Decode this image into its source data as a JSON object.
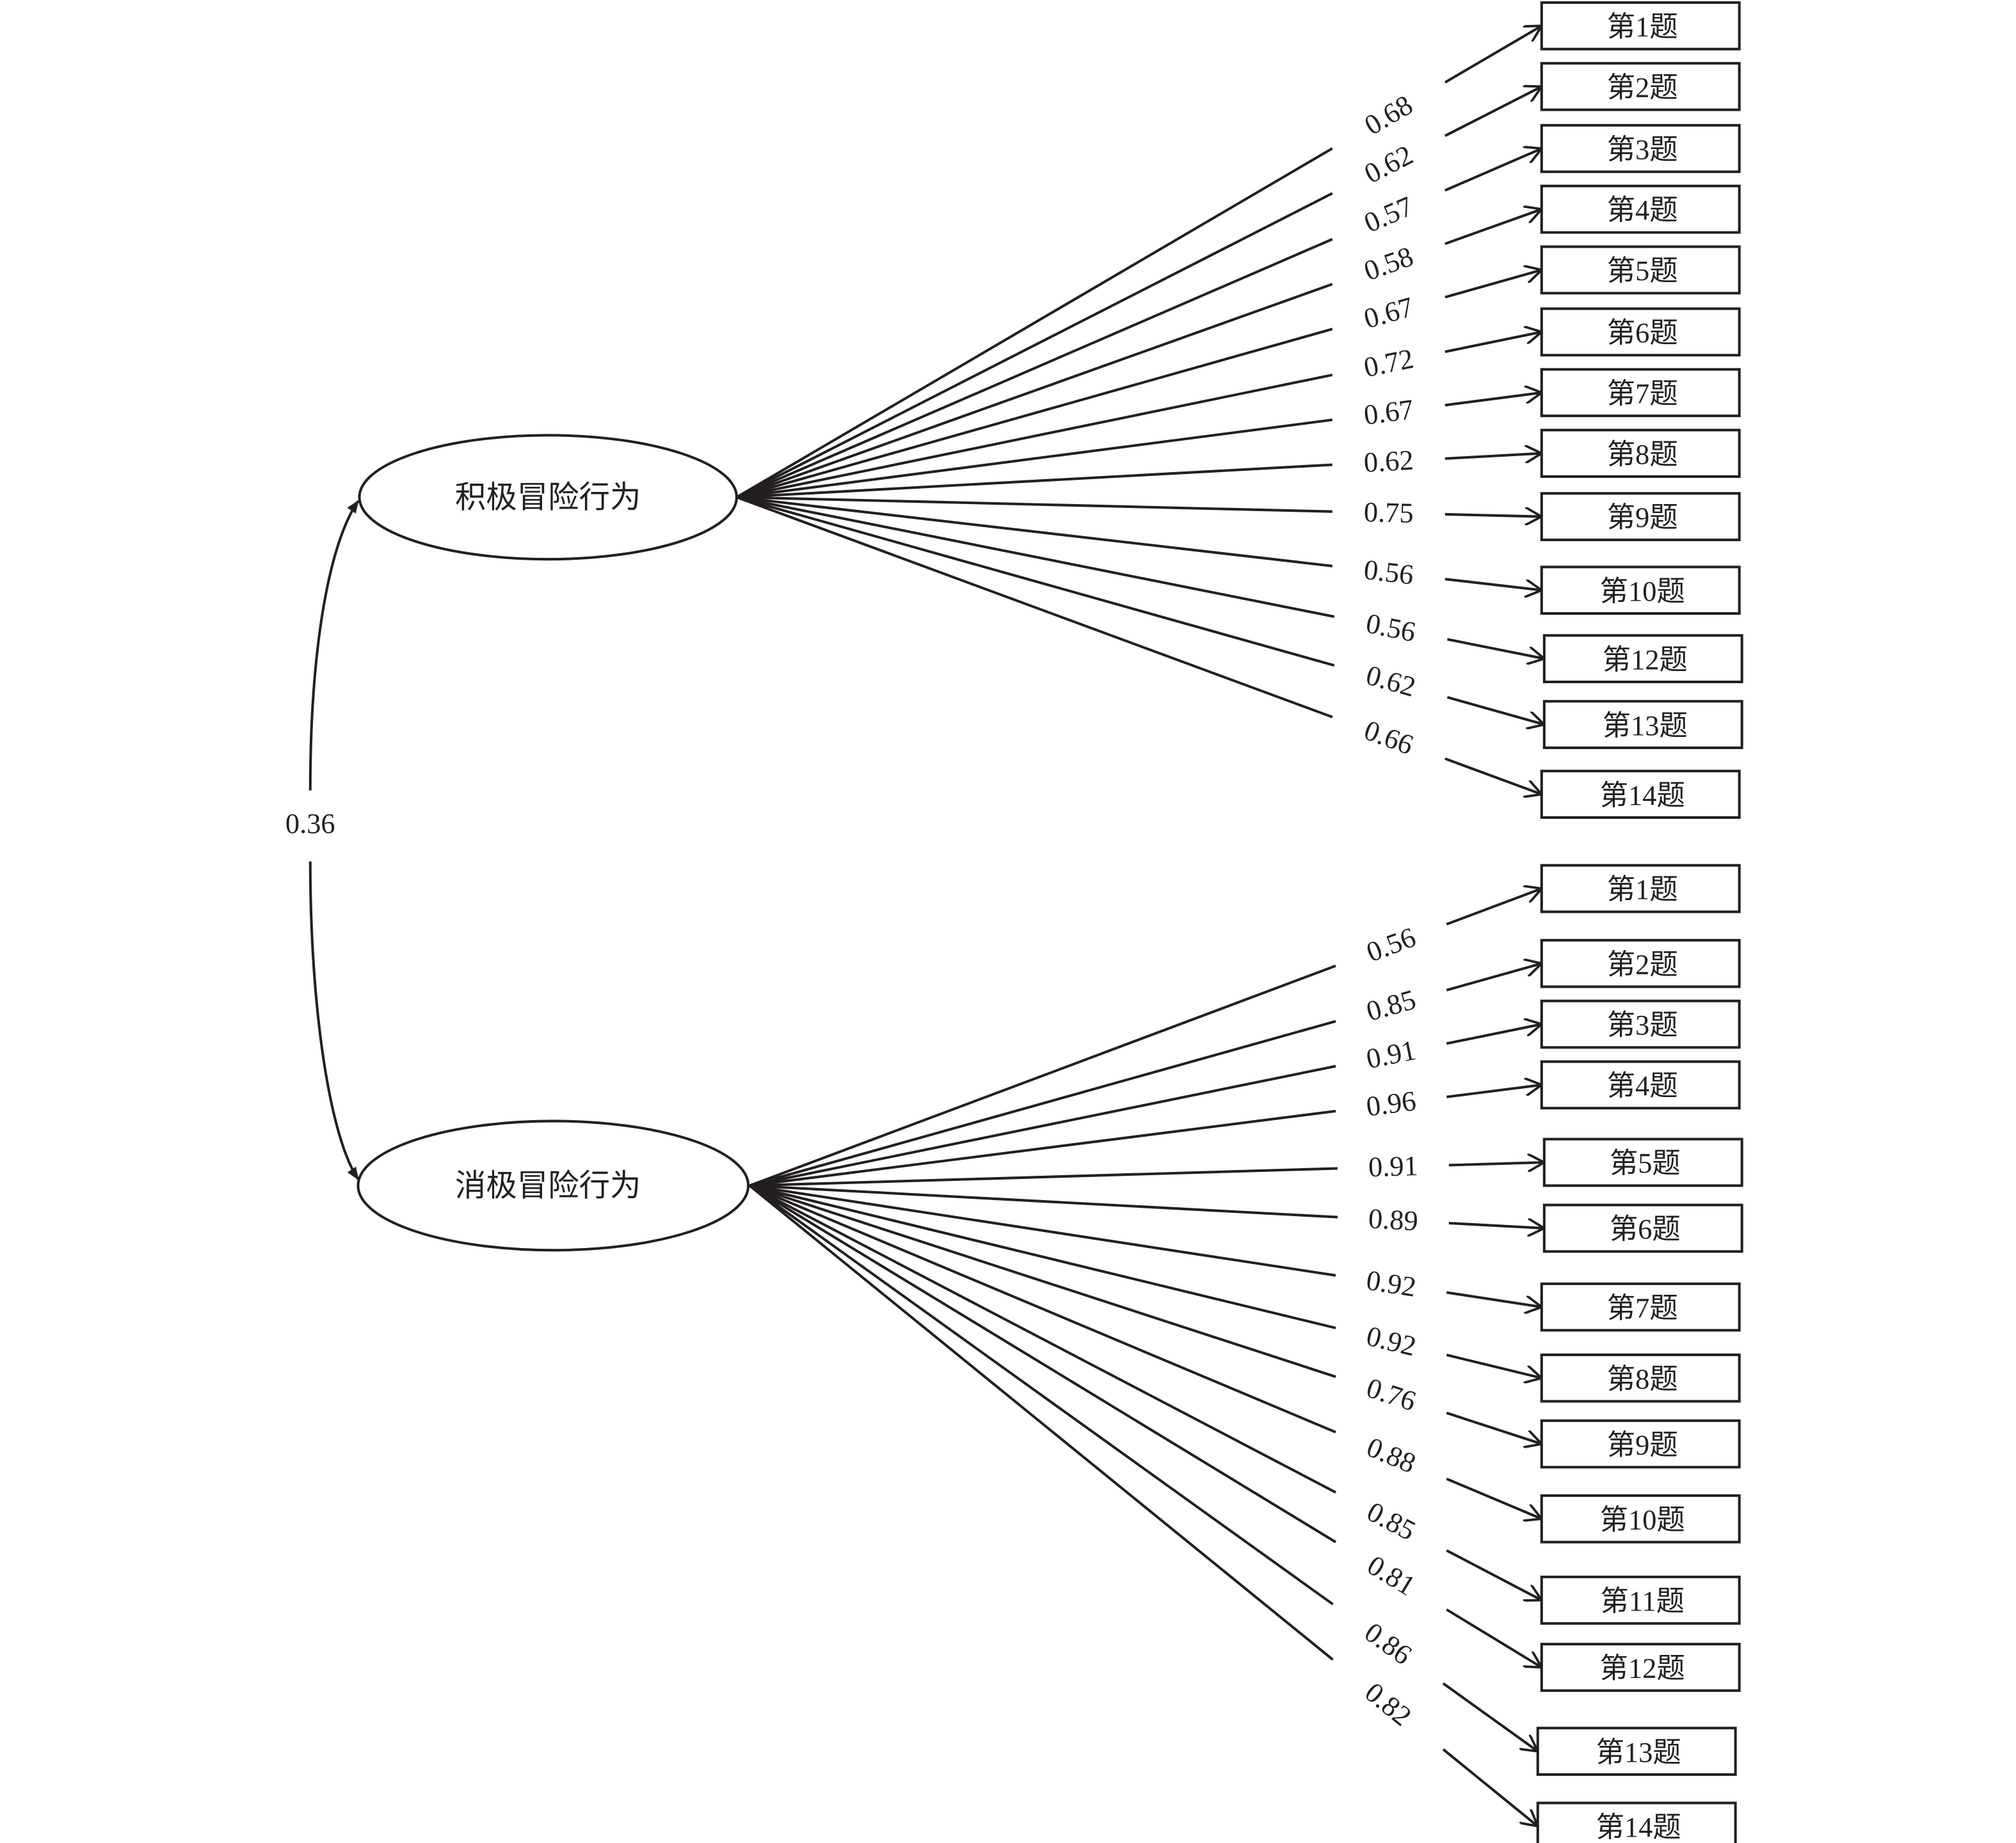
{
  "diagram": {
    "correlation": "0.36",
    "factors": [
      {
        "name": "积极冒险行为",
        "items": [
          {
            "label": "第1题",
            "loading": "0.68"
          },
          {
            "label": "第2题",
            "loading": "0.62"
          },
          {
            "label": "第3题",
            "loading": "0.57"
          },
          {
            "label": "第4题",
            "loading": "0.58"
          },
          {
            "label": "第5题",
            "loading": "0.67"
          },
          {
            "label": "第6题",
            "loading": "0.72"
          },
          {
            "label": "第7题",
            "loading": "0.67"
          },
          {
            "label": "第8题",
            "loading": "0.62"
          },
          {
            "label": "第9题",
            "loading": "0.75"
          },
          {
            "label": "第10题",
            "loading": "0.56"
          },
          {
            "label": "第12题",
            "loading": "0.56"
          },
          {
            "label": "第13题",
            "loading": "0.62"
          },
          {
            "label": "第14题",
            "loading": "0.66"
          }
        ]
      },
      {
        "name": "消极冒险行为",
        "items": [
          {
            "label": "第1题",
            "loading": "0.56"
          },
          {
            "label": "第2题",
            "loading": "0.85"
          },
          {
            "label": "第3题",
            "loading": "0.91"
          },
          {
            "label": "第4题",
            "loading": "0.96"
          },
          {
            "label": "第5题",
            "loading": "0.91"
          },
          {
            "label": "第6题",
            "loading": "0.89"
          },
          {
            "label": "第7题",
            "loading": "0.92"
          },
          {
            "label": "第8题",
            "loading": "0.92"
          },
          {
            "label": "第9题",
            "loading": "0.76"
          },
          {
            "label": "第10题",
            "loading": "0.88"
          },
          {
            "label": "第11题",
            "loading": "0.85"
          },
          {
            "label": "第12题",
            "loading": "0.81"
          },
          {
            "label": "第13题",
            "loading": "0.86"
          },
          {
            "label": "第14题",
            "loading": "0.82"
          }
        ]
      }
    ]
  }
}
